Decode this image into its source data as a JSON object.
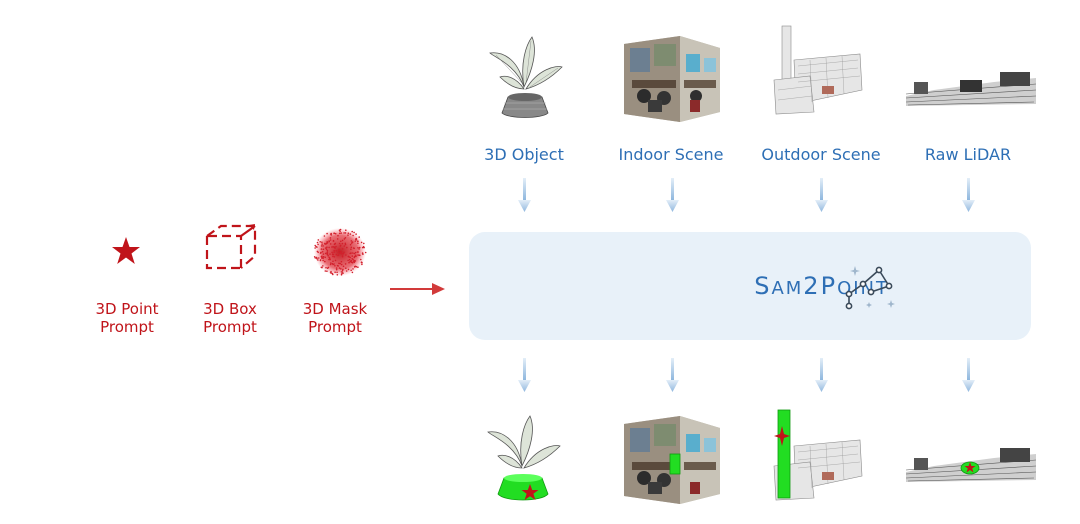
{
  "prompts": [
    {
      "line1": "3D Point",
      "line2": "Prompt",
      "icon": "star-icon"
    },
    {
      "line1": "3D Box",
      "line2": "Prompt",
      "icon": "dashed-box-icon"
    },
    {
      "line1": "3D Mask",
      "line2": "Prompt",
      "icon": "point-cloud-mask-icon"
    }
  ],
  "inputs": [
    {
      "label": "3D Object"
    },
    {
      "label": "Indoor Scene"
    },
    {
      "label": "Outdoor Scene"
    },
    {
      "label": "Raw LiDAR"
    }
  ],
  "model": {
    "first_cap": "S",
    "first_rest": "AM",
    "mid": "2",
    "second_cap": "P",
    "second_rest": "OINT",
    "icon": "constellation-icon"
  },
  "colors": {
    "prompt_red": "#c0141a",
    "label_blue": "#2e6fb5",
    "panel_bg": "#e8f1f9",
    "arrow_blue": "#a9c8e6",
    "mask_green": "#22dd22"
  }
}
